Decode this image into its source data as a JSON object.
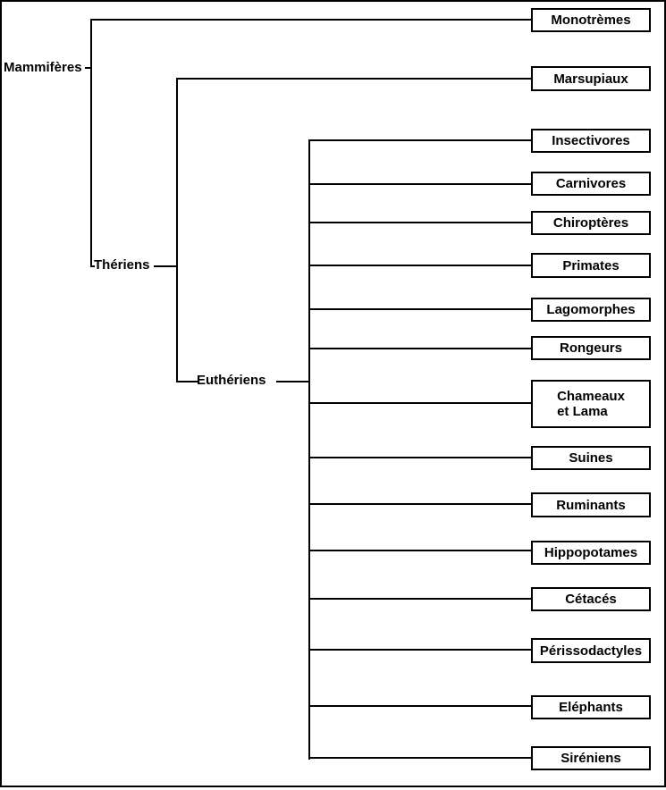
{
  "diagram": {
    "type": "phylogenetic-tree",
    "language": "fr",
    "colors": {
      "line": "#000000",
      "background": "#ffffff",
      "box_fill": "#ffffff",
      "text": "#000000"
    },
    "internal_nodes": [
      {
        "label": "Mammifères",
        "children": [
          "Monotrèmes",
          "Thériens"
        ]
      },
      {
        "label": "Thériens",
        "children": [
          "Marsupiaux",
          "Euthériens"
        ]
      },
      {
        "label": "Euthériens",
        "children": [
          "Insectivores",
          "Carnivores",
          "Chiroptères",
          "Primates",
          "Lagomorphes",
          "Rongeurs",
          "Chameaux et Lama",
          "Suines",
          "Ruminants",
          "Hippopotames",
          "Cétacés",
          "Périssodactyles",
          "Eléphants",
          "Siréniens"
        ]
      }
    ],
    "leaves": [
      {
        "label": "Monotrèmes",
        "parent": "Mammifères"
      },
      {
        "label": "Marsupiaux",
        "parent": "Thériens"
      },
      {
        "label": "Insectivores",
        "parent": "Euthériens"
      },
      {
        "label": "Carnivores",
        "parent": "Euthériens"
      },
      {
        "label": "Chiroptères",
        "parent": "Euthériens"
      },
      {
        "label": "Primates",
        "parent": "Euthériens"
      },
      {
        "label": "Lagomorphes",
        "parent": "Euthériens"
      },
      {
        "label": "Rongeurs",
        "parent": "Euthériens"
      },
      {
        "label": "Chameaux\net Lama",
        "parent": "Euthériens"
      },
      {
        "label": "Suines",
        "parent": "Euthériens"
      },
      {
        "label": "Ruminants",
        "parent": "Euthériens"
      },
      {
        "label": "Hippopotames",
        "parent": "Euthériens"
      },
      {
        "label": "Cétacés",
        "parent": "Euthériens"
      },
      {
        "label": "Périssodactyles",
        "parent": "Euthériens"
      },
      {
        "label": "Eléphants",
        "parent": "Euthériens"
      },
      {
        "label": "Siréniens",
        "parent": "Euthériens"
      }
    ]
  }
}
